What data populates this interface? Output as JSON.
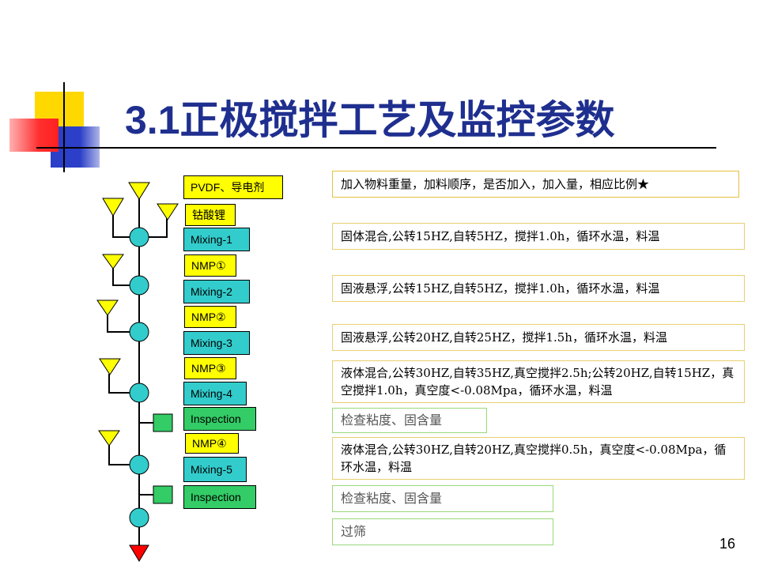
{
  "title": {
    "num": "3.1",
    "text": "正极搅拌工艺及监控参数"
  },
  "page_number": "16",
  "colors": {
    "title": "#1F2F8F",
    "yellow": "#FFFF00",
    "teal": "#33CCCC",
    "green": "#33CC66",
    "red": "#FF0000"
  },
  "steps": {
    "pvdf": "PVDF、导电剂",
    "lco": "钴酸锂",
    "mix1": "Mixing-1",
    "nmp1": "NMP①",
    "mix2": "Mixing-2",
    "nmp2": "NMP②",
    "mix3": "Mixing-3",
    "nmp3": "NMP③",
    "mix4": "Mixing-4",
    "insp1": "Inspection",
    "nmp4": "NMP④",
    "mix5": "Mixing-5",
    "insp2": "Inspection"
  },
  "notes": {
    "n1": "加入物料重量，加料顺序，是否加入，加入量，相应比例★",
    "n2": "固体混合,公转15HZ,自转5HZ，搅拌1.0h，循环水温，料温",
    "n3": "固液悬浮,公转15HZ,自转5HZ，搅拌1.0h，循环水温，料温",
    "n4": "固液悬浮,公转20HZ,自转25HZ，搅拌1.5h，循环水温，料温",
    "n5": "液体混合,公转30HZ,自转35HZ,真空搅拌2.5h;公转20HZ,自转15HZ，真空搅拌1.0h，真空度<-0.08Mpa，循环水温，料温",
    "n6": "检查粘度、固含量",
    "n7": "液体混合,公转30HZ,自转20HZ,真空搅拌0.5h，真空度<-0.08Mpa，循环水温，料温",
    "n8": "检查粘度、固含量",
    "n9": "过筛"
  }
}
